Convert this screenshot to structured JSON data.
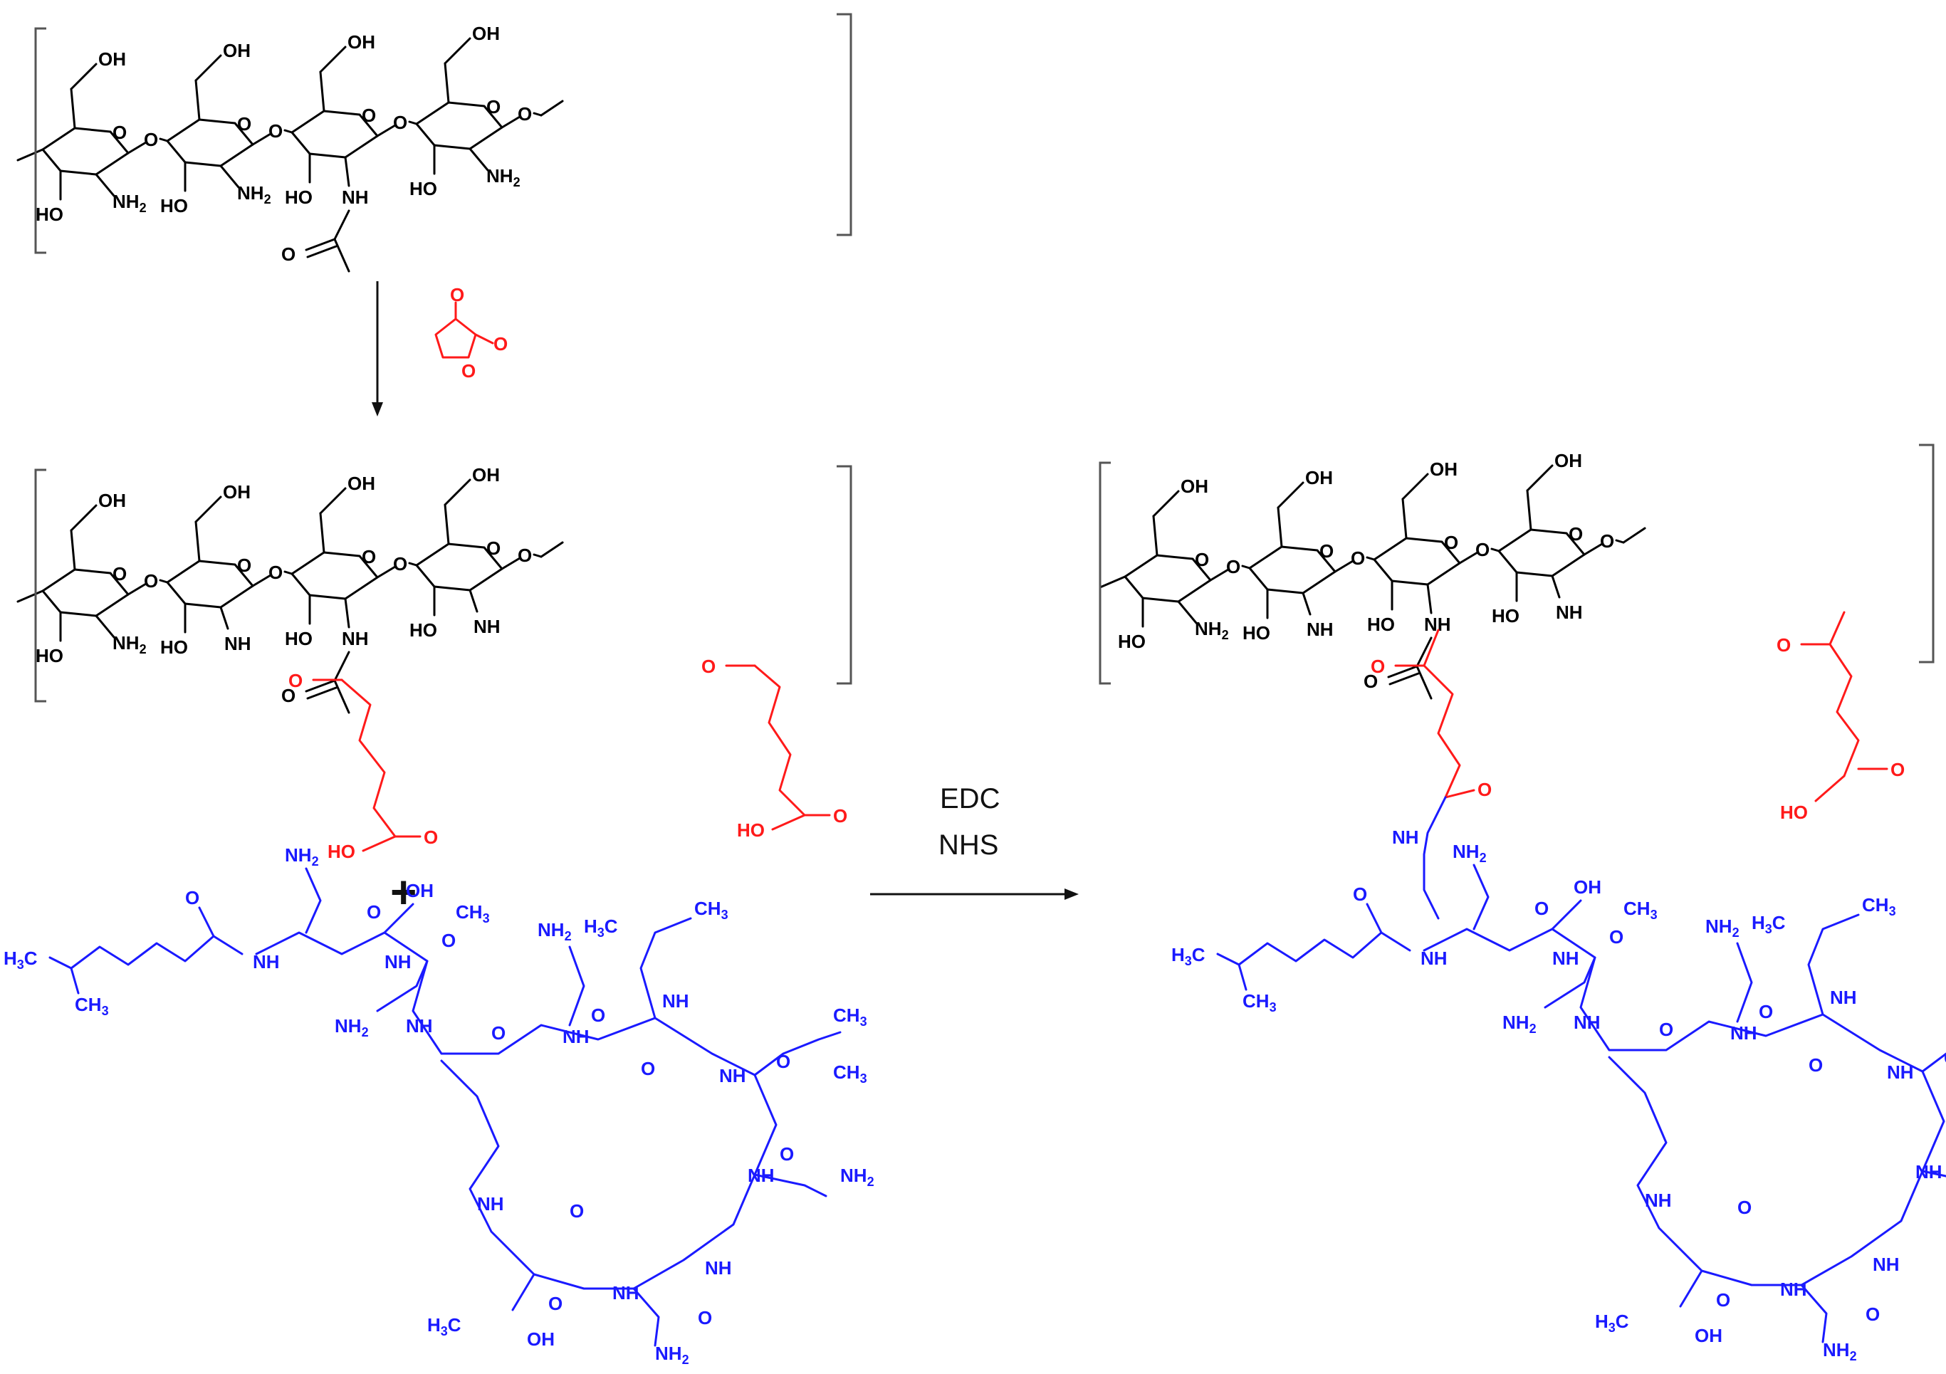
{
  "colors": {
    "chitosan": "#000000",
    "anhydride": "#ff1a1a",
    "peptide": "#1a1aff"
  },
  "labels": {
    "OH": "OH",
    "HO": "HO",
    "NH": "NH",
    "NH2": "NH",
    "sub2": "2",
    "O": "O",
    "H3C": "H",
    "C": "C",
    "CH3": "CH",
    "sub3": "3"
  },
  "reagents": {
    "line1": "EDC",
    "line2": "NHS"
  },
  "plus": "+"
}
